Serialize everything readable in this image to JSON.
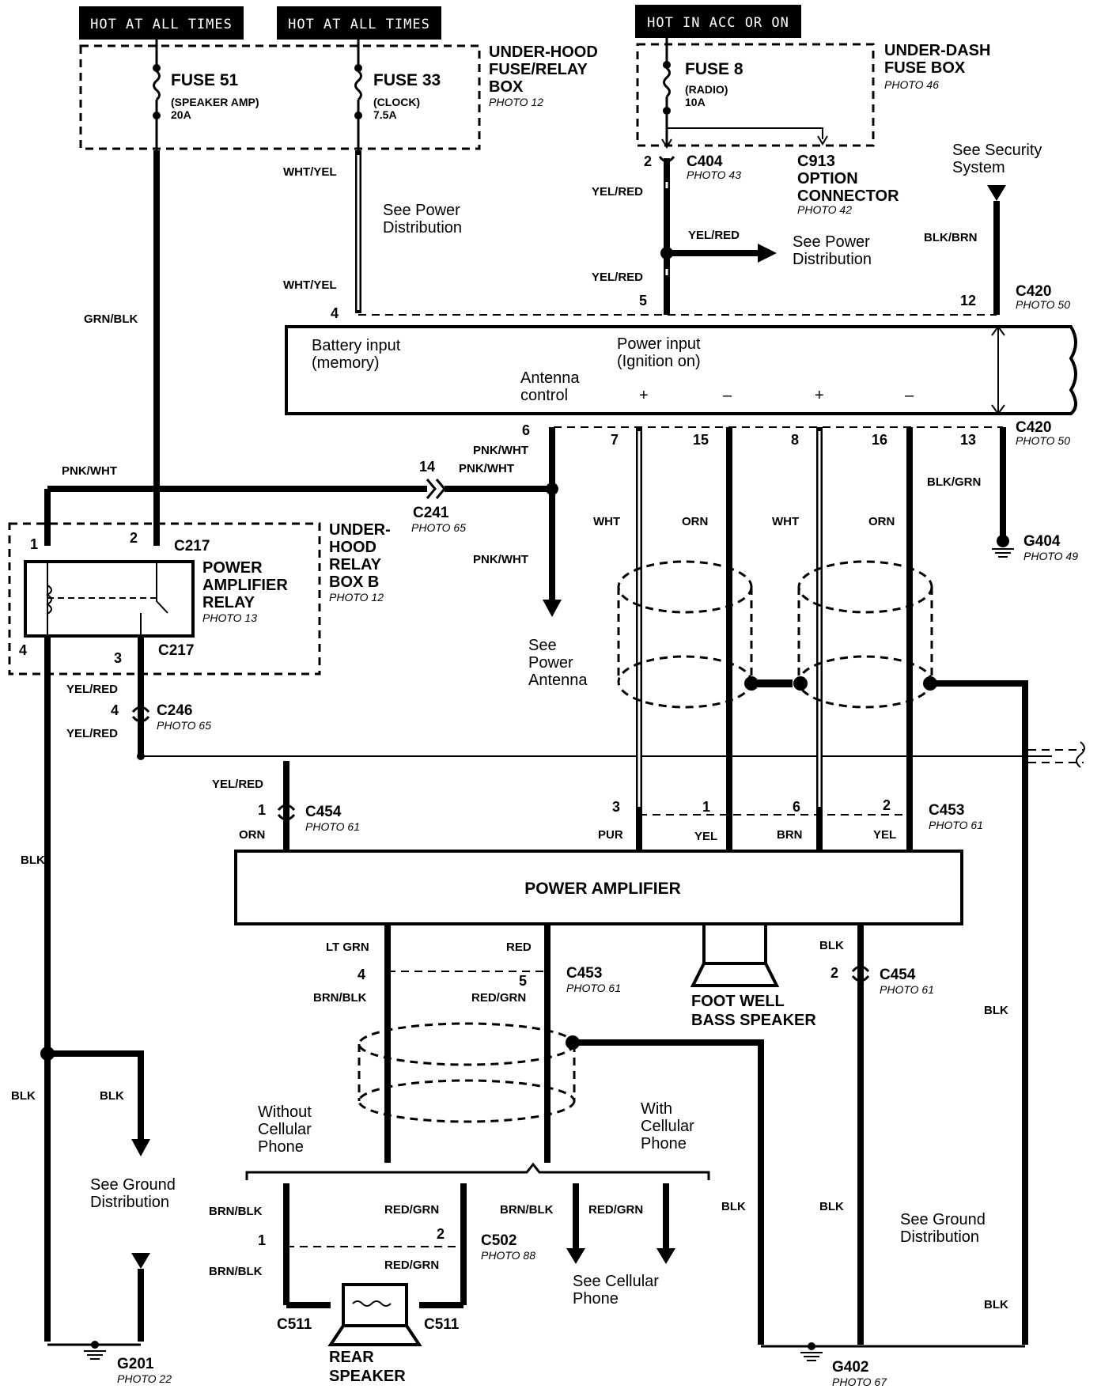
{
  "hot": {
    "fuse51": "HOT AT ALL TIMES",
    "fuse33": "HOT AT ALL TIMES",
    "fuse8": "HOT IN ACC OR ON"
  },
  "fuses": {
    "fuse51": {
      "name": "FUSE 51",
      "desc": "(SPEAKER AMP)",
      "amps": "20A"
    },
    "fuse33": {
      "name": "FUSE 33",
      "desc": "(CLOCK)",
      "amps": "7.5A"
    },
    "fuse8": {
      "name": "FUSE 8",
      "desc": "(RADIO)",
      "amps": "10A"
    }
  },
  "boxes": {
    "underhood": [
      "UNDER-HOOD",
      "FUSE/RELAY",
      "BOX"
    ],
    "underhood_photo": "PHOTO 12",
    "underdash": [
      "UNDER-DASH",
      "FUSE BOX"
    ],
    "underdash_photo": "PHOTO 46",
    "relaybox": [
      "UNDER-",
      "HOOD",
      "RELAY",
      "BOX B"
    ],
    "relaybox_photo": "PHOTO 12",
    "relay": [
      "POWER",
      "AMPLIFIER",
      "RELAY"
    ],
    "relay_photo": "PHOTO 13"
  },
  "connectors": {
    "c404": "C404",
    "c404_photo": "PHOTO 43",
    "c913": [
      "C913",
      "OPTION",
      "CONNECTOR"
    ],
    "c913_photo": "PHOTO 42",
    "c420": "C420",
    "c420_photo": "PHOTO 50",
    "c241": "C241",
    "c241_photo": "PHOTO 65",
    "c217": "C217",
    "c246": "C246",
    "c246_photo": "PHOTO 65",
    "c454": "C454",
    "c454_photo": "PHOTO 61",
    "c453": "C453",
    "c453_photo": "PHOTO 61",
    "c502": "C502",
    "c502_photo": "PHOTO 88",
    "c511": "C511"
  },
  "grounds": {
    "g404": "G404",
    "g404_photo": "PHOTO 49",
    "g201": "G201",
    "g201_photo": "PHOTO 22",
    "g402": "G402",
    "g402_photo": "PHOTO 67"
  },
  "wires": {
    "wht_yel": "WHT/YEL",
    "grn_blk": "GRN/BLK",
    "yel_red": "YEL/RED",
    "blk_brn": "BLK/BRN",
    "pnk_wht": "PNK/WHT",
    "wht": "WHT",
    "orn": "ORN",
    "blk_grn": "BLK/GRN",
    "blk": "BLK",
    "pur": "PUR",
    "yel": "YEL",
    "brn": "BRN",
    "lt_grn": "LT GRN",
    "red": "RED",
    "brn_blk": "BRN/BLK",
    "red_grn": "RED/GRN"
  },
  "pins": {
    "p1": "1",
    "p2": "2",
    "p3": "3",
    "p4": "4",
    "p5": "5",
    "p6": "6",
    "p7": "7",
    "p8": "8",
    "p12": "12",
    "p13": "13",
    "p14": "14",
    "p15": "15",
    "p16": "16"
  },
  "radio": {
    "battery": [
      "Battery input",
      "(memory)"
    ],
    "power": [
      "Power input",
      "(Ignition on)"
    ],
    "antenna": [
      "Antenna",
      "control"
    ],
    "plus": "+",
    "minus": "–"
  },
  "refs": {
    "see_power_dist": [
      "See Power",
      "Distribution"
    ],
    "see_security": [
      "See Security",
      "System"
    ],
    "see_power_antenna": [
      "See",
      "Power",
      "Antenna"
    ],
    "see_ground_dist": [
      "See Ground",
      "Distribution"
    ],
    "see_cellular": [
      "See Cellular",
      "Phone"
    ],
    "without_cell": [
      "Without",
      "Cellular",
      "Phone"
    ],
    "with_cell": [
      "With",
      "Cellular",
      "Phone"
    ]
  },
  "components": {
    "amplifier": "POWER AMPLIFIER",
    "bass": [
      "FOOT WELL",
      "BASS SPEAKER"
    ],
    "rear": [
      "REAR",
      "SPEAKER"
    ]
  }
}
